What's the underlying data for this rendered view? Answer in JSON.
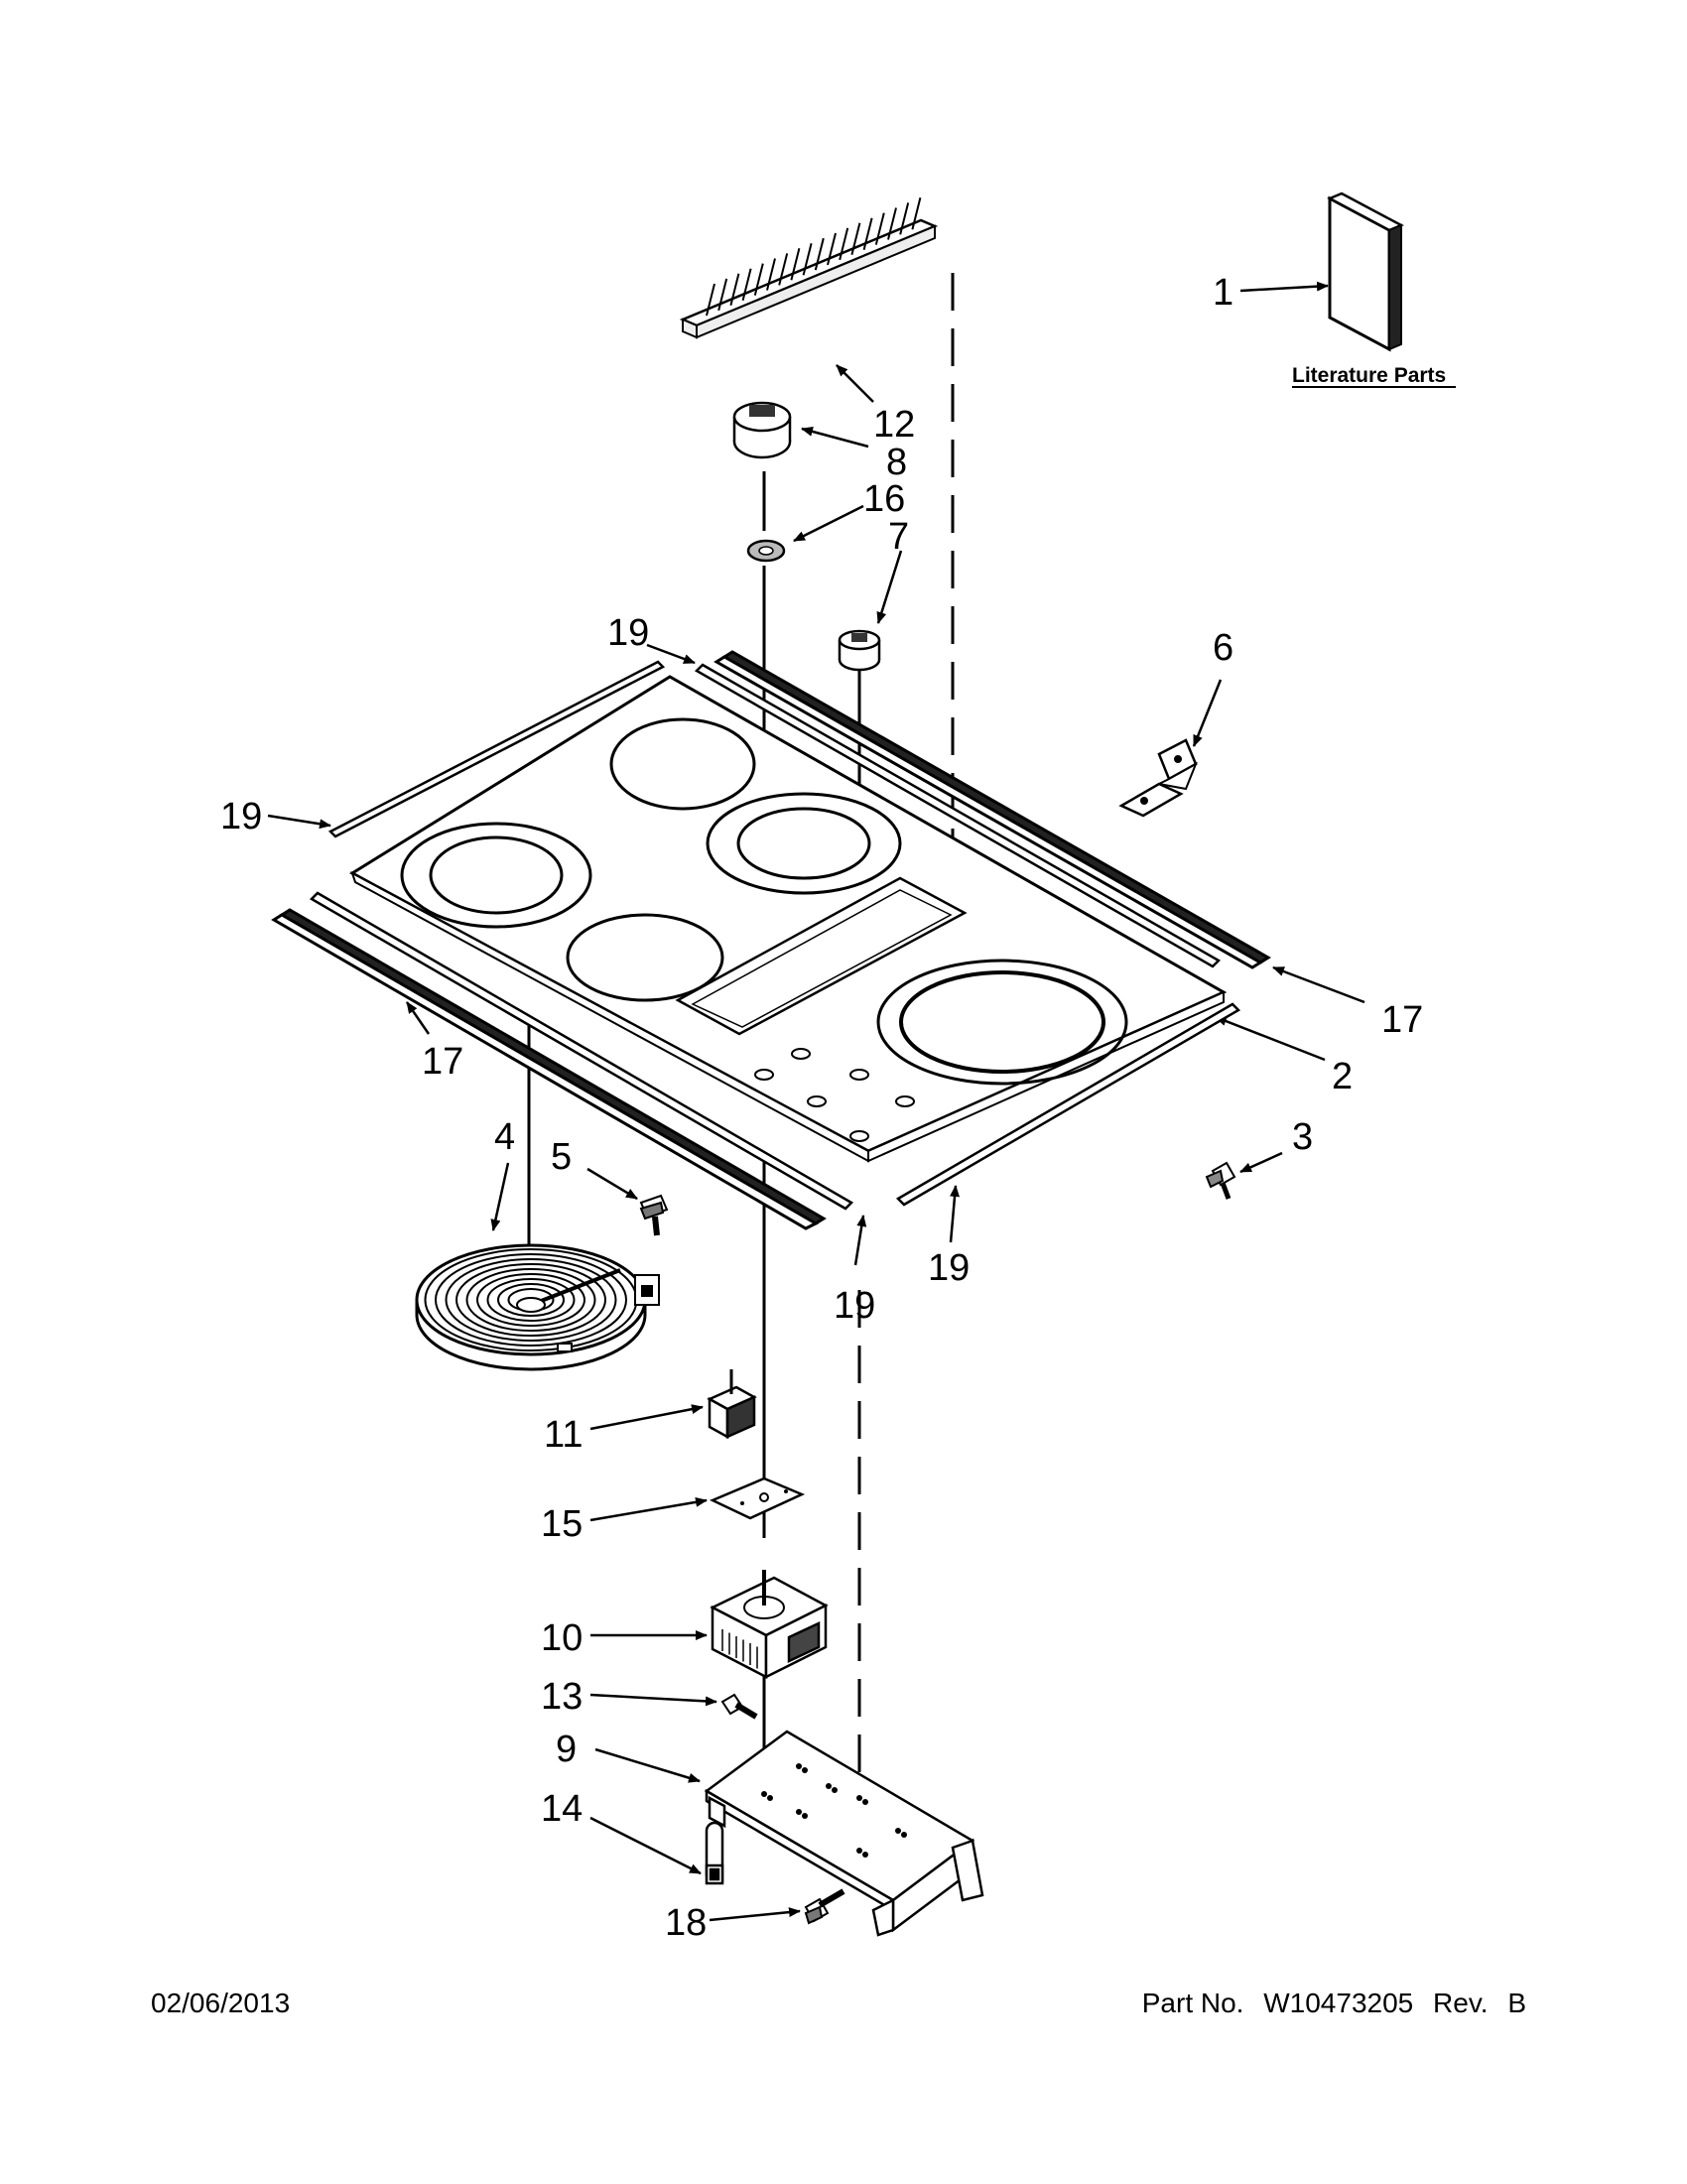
{
  "literature": {
    "label": "Literature Parts"
  },
  "callouts": {
    "c1": "1",
    "c2": "2",
    "c3": "3",
    "c4": "4",
    "c5": "5",
    "c6": "6",
    "c7": "7",
    "c8": "8",
    "c9": "9",
    "c10": "10",
    "c11": "11",
    "c12": "12",
    "c13": "13",
    "c14": "14",
    "c15": "15",
    "c16": "16",
    "c17": "17",
    "c18": "18",
    "c19": "19"
  },
  "footer": {
    "date": "02/06/2013",
    "part_label": "Part No.",
    "part_number": "W10473205",
    "rev_label": "Rev.",
    "rev": "B"
  }
}
